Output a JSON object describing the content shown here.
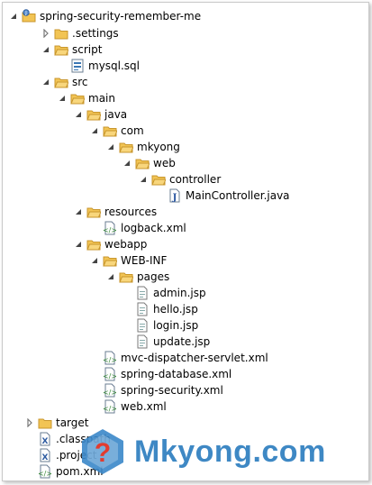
{
  "project": {
    "label": "spring-security-remember-me",
    "nodes": [
      {
        "label": ".settings",
        "type": "folder",
        "expanded": false
      },
      {
        "label": "script",
        "type": "folder",
        "expanded": true
      },
      {
        "label": "mysql.sql",
        "type": "sql"
      },
      {
        "label": "src",
        "type": "folder",
        "expanded": true
      },
      {
        "label": "main",
        "type": "folder",
        "expanded": true
      },
      {
        "label": "java",
        "type": "folder",
        "expanded": true
      },
      {
        "label": "com",
        "type": "folder",
        "expanded": true
      },
      {
        "label": "mkyong",
        "type": "folder",
        "expanded": true
      },
      {
        "label": "web",
        "type": "folder",
        "expanded": true
      },
      {
        "label": "controller",
        "type": "folder",
        "expanded": true
      },
      {
        "label": "MainController.java",
        "type": "java"
      },
      {
        "label": "resources",
        "type": "folder",
        "expanded": true
      },
      {
        "label": "logback.xml",
        "type": "xml"
      },
      {
        "label": "webapp",
        "type": "folder",
        "expanded": true
      },
      {
        "label": "WEB-INF",
        "type": "folder",
        "expanded": true
      },
      {
        "label": "pages",
        "type": "folder",
        "expanded": true
      },
      {
        "label": "admin.jsp",
        "type": "jsp"
      },
      {
        "label": "hello.jsp",
        "type": "jsp"
      },
      {
        "label": "login.jsp",
        "type": "jsp"
      },
      {
        "label": "update.jsp",
        "type": "jsp"
      },
      {
        "label": "mvc-dispatcher-servlet.xml",
        "type": "xml"
      },
      {
        "label": "spring-database.xml",
        "type": "xml"
      },
      {
        "label": "spring-security.xml",
        "type": "xml"
      },
      {
        "label": "web.xml",
        "type": "xml"
      },
      {
        "label": "target",
        "type": "folder",
        "expanded": false
      },
      {
        "label": ".classpath",
        "type": "xfile"
      },
      {
        "label": ".project",
        "type": "xfile"
      },
      {
        "label": "pom.xml",
        "type": "xml"
      }
    ]
  },
  "watermark": {
    "brand": "Mkyong.com",
    "color": "#2e7ec0"
  },
  "colors": {
    "folder": "#f2c454",
    "folder_edge": "#c8962c"
  }
}
